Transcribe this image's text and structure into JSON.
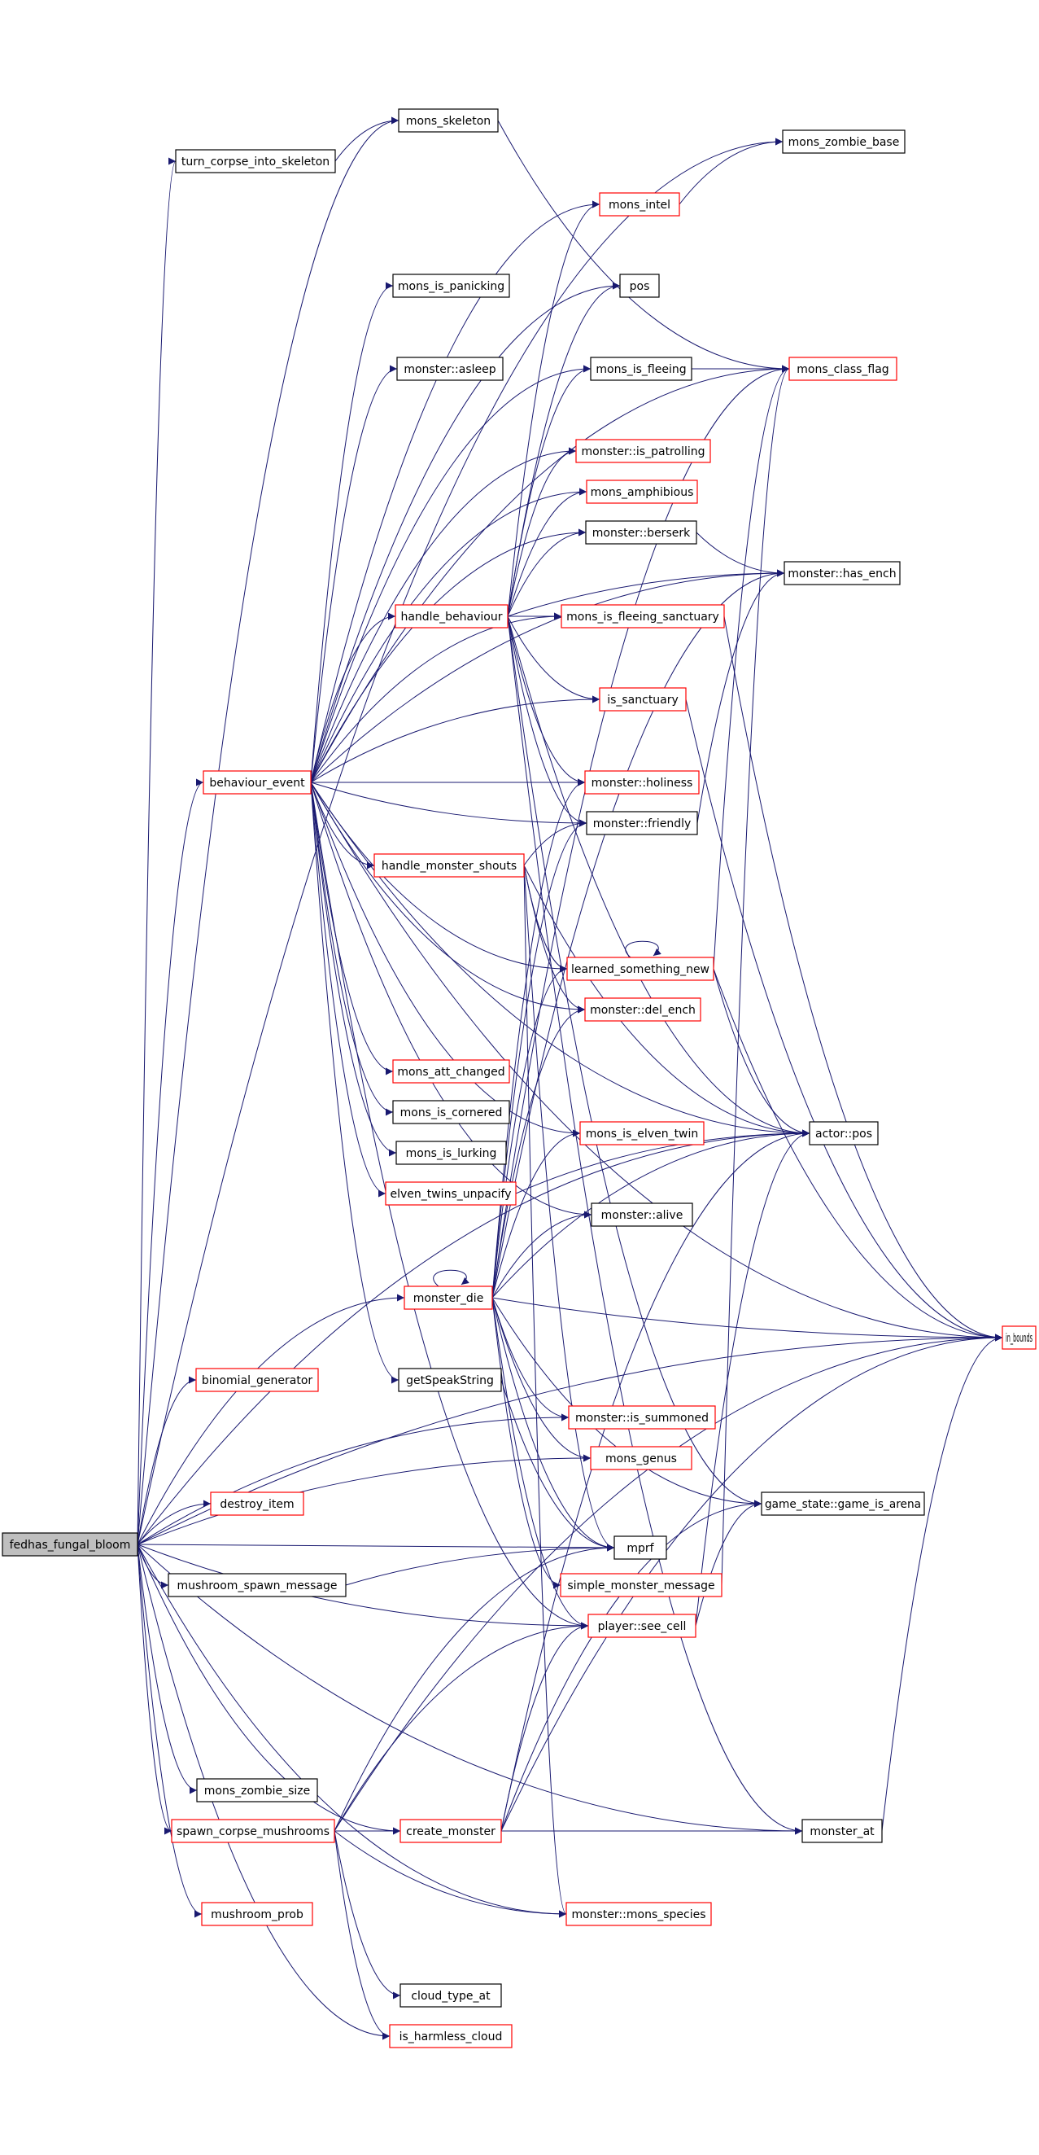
{
  "colors": {
    "edge": "#191970",
    "arrowhead": "#191970",
    "node_border_default": "#000000",
    "node_border_linked": "#ff0000",
    "root_fill": "#bfbfbf",
    "node_fill": "#ffffff",
    "text": "#000000"
  },
  "graph": {
    "root": "fedhas_fungal_bloom",
    "nodes": [
      {
        "id": "fedhas_fungal_bloom",
        "label": "fedhas_fungal_bloom",
        "style": "root"
      },
      {
        "id": "mons_skeleton",
        "label": "mons_skeleton",
        "style": "black"
      },
      {
        "id": "turn_corpse_into_skeleton",
        "label": "turn_corpse_into_skeleton",
        "style": "black"
      },
      {
        "id": "mons_zombie_base",
        "label": "mons_zombie_base",
        "style": "black"
      },
      {
        "id": "mons_intel",
        "label": "mons_intel",
        "style": "red"
      },
      {
        "id": "mons_is_panicking",
        "label": "mons_is_panicking",
        "style": "black"
      },
      {
        "id": "pos",
        "label": "pos",
        "style": "black"
      },
      {
        "id": "monster_asleep",
        "label": "monster::asleep",
        "style": "black"
      },
      {
        "id": "mons_is_fleeing",
        "label": "mons_is_fleeing",
        "style": "black"
      },
      {
        "id": "mons_class_flag",
        "label": "mons_class_flag",
        "style": "red"
      },
      {
        "id": "monster_is_patrolling",
        "label": "monster::is_patrolling",
        "style": "red"
      },
      {
        "id": "mons_amphibious",
        "label": "mons_amphibious",
        "style": "red"
      },
      {
        "id": "monster_berserk",
        "label": "monster::berserk",
        "style": "black"
      },
      {
        "id": "monster_has_ench",
        "label": "monster::has_ench",
        "style": "black"
      },
      {
        "id": "handle_behaviour",
        "label": "handle_behaviour",
        "style": "red"
      },
      {
        "id": "mons_is_fleeing_sanctuary",
        "label": "mons_is_fleeing_sanctuary",
        "style": "red"
      },
      {
        "id": "is_sanctuary",
        "label": "is_sanctuary",
        "style": "red"
      },
      {
        "id": "behaviour_event",
        "label": "behaviour_event",
        "style": "red"
      },
      {
        "id": "monster_holiness",
        "label": "monster::holiness",
        "style": "red"
      },
      {
        "id": "monster_friendly",
        "label": "monster::friendly",
        "style": "black"
      },
      {
        "id": "handle_monster_shouts",
        "label": "handle_monster_shouts",
        "style": "red"
      },
      {
        "id": "learned_something_new",
        "label": "learned_something_new",
        "style": "red"
      },
      {
        "id": "monster_del_ench",
        "label": "monster::del_ench",
        "style": "red"
      },
      {
        "id": "mons_att_changed",
        "label": "mons_att_changed",
        "style": "red"
      },
      {
        "id": "mons_is_cornered",
        "label": "mons_is_cornered",
        "style": "black"
      },
      {
        "id": "mons_is_elven_twin",
        "label": "mons_is_elven_twin",
        "style": "red"
      },
      {
        "id": "actor_pos",
        "label": "actor::pos",
        "style": "black"
      },
      {
        "id": "mons_is_lurking",
        "label": "mons_is_lurking",
        "style": "black"
      },
      {
        "id": "elven_twins_unpacify",
        "label": "elven_twins_unpacify",
        "style": "red"
      },
      {
        "id": "monster_alive",
        "label": "monster::alive",
        "style": "black"
      },
      {
        "id": "monster_die",
        "label": "monster_die",
        "style": "red"
      },
      {
        "id": "in_bounds",
        "label": "in_bounds",
        "style": "red"
      },
      {
        "id": "binomial_generator",
        "label": "binomial_generator",
        "style": "red"
      },
      {
        "id": "getSpeakString",
        "label": "getSpeakString",
        "style": "black"
      },
      {
        "id": "monster_is_summoned",
        "label": "monster::is_summoned",
        "style": "red"
      },
      {
        "id": "mons_genus",
        "label": "mons_genus",
        "style": "red"
      },
      {
        "id": "destroy_item",
        "label": "destroy_item",
        "style": "red"
      },
      {
        "id": "game_state_game_is_arena",
        "label": "game_state::game_is_arena",
        "style": "black"
      },
      {
        "id": "mprf",
        "label": "mprf",
        "style": "black"
      },
      {
        "id": "mushroom_spawn_message",
        "label": "mushroom_spawn_message",
        "style": "black"
      },
      {
        "id": "simple_monster_message",
        "label": "simple_monster_message",
        "style": "red"
      },
      {
        "id": "player_see_cell",
        "label": "player::see_cell",
        "style": "red"
      },
      {
        "id": "mons_zombie_size",
        "label": "mons_zombie_size",
        "style": "black"
      },
      {
        "id": "spawn_corpse_mushrooms",
        "label": "spawn_corpse_mushrooms",
        "style": "red"
      },
      {
        "id": "create_monster",
        "label": "create_monster",
        "style": "red"
      },
      {
        "id": "monster_at",
        "label": "monster_at",
        "style": "black"
      },
      {
        "id": "mushroom_prob",
        "label": "mushroom_prob",
        "style": "red"
      },
      {
        "id": "monster_mons_species",
        "label": "monster::mons_species",
        "style": "red"
      },
      {
        "id": "cloud_type_at",
        "label": "cloud_type_at",
        "style": "black"
      },
      {
        "id": "is_harmless_cloud",
        "label": "is_harmless_cloud",
        "style": "red"
      }
    ],
    "edges": [
      [
        "fedhas_fungal_bloom",
        "mons_skeleton"
      ],
      [
        "fedhas_fungal_bloom",
        "turn_corpse_into_skeleton"
      ],
      [
        "fedhas_fungal_bloom",
        "mons_zombie_base"
      ],
      [
        "fedhas_fungal_bloom",
        "behaviour_event"
      ],
      [
        "fedhas_fungal_bloom",
        "monster_die"
      ],
      [
        "fedhas_fungal_bloom",
        "binomial_generator"
      ],
      [
        "fedhas_fungal_bloom",
        "destroy_item"
      ],
      [
        "fedhas_fungal_bloom",
        "mushroom_spawn_message"
      ],
      [
        "fedhas_fungal_bloom",
        "mons_zombie_size"
      ],
      [
        "fedhas_fungal_bloom",
        "spawn_corpse_mushrooms"
      ],
      [
        "fedhas_fungal_bloom",
        "mushroom_prob"
      ],
      [
        "fedhas_fungal_bloom",
        "is_harmless_cloud"
      ],
      [
        "fedhas_fungal_bloom",
        "monster_at"
      ],
      [
        "fedhas_fungal_bloom",
        "monster_mons_species"
      ],
      [
        "fedhas_fungal_bloom",
        "mprf"
      ],
      [
        "fedhas_fungal_bloom",
        "player_see_cell"
      ],
      [
        "fedhas_fungal_bloom",
        "mons_genus"
      ],
      [
        "fedhas_fungal_bloom",
        "monster_is_summoned"
      ],
      [
        "fedhas_fungal_bloom",
        "in_bounds"
      ],
      [
        "fedhas_fungal_bloom",
        "actor_pos"
      ],
      [
        "fedhas_fungal_bloom",
        "create_monster"
      ],
      [
        "turn_corpse_into_skeleton",
        "mons_skeleton"
      ],
      [
        "mons_skeleton",
        "mons_class_flag"
      ],
      [
        "mons_intel",
        "mons_zombie_base"
      ],
      [
        "mons_is_fleeing",
        "mons_class_flag"
      ],
      [
        "monster_berserk",
        "monster_has_ench"
      ],
      [
        "mons_is_fleeing_sanctuary",
        "in_bounds"
      ],
      [
        "is_sanctuary",
        "in_bounds"
      ],
      [
        "monster_friendly",
        "monster_has_ench"
      ],
      [
        "behaviour_event",
        "mons_intel"
      ],
      [
        "behaviour_event",
        "mons_is_panicking"
      ],
      [
        "behaviour_event",
        "pos"
      ],
      [
        "behaviour_event",
        "monster_asleep"
      ],
      [
        "behaviour_event",
        "mons_is_fleeing"
      ],
      [
        "behaviour_event",
        "mons_class_flag"
      ],
      [
        "behaviour_event",
        "monster_is_patrolling"
      ],
      [
        "behaviour_event",
        "mons_amphibious"
      ],
      [
        "behaviour_event",
        "monster_berserk"
      ],
      [
        "behaviour_event",
        "monster_has_ench"
      ],
      [
        "behaviour_event",
        "handle_behaviour"
      ],
      [
        "behaviour_event",
        "mons_is_fleeing_sanctuary"
      ],
      [
        "behaviour_event",
        "is_sanctuary"
      ],
      [
        "behaviour_event",
        "monster_holiness"
      ],
      [
        "behaviour_event",
        "monster_friendly"
      ],
      [
        "behaviour_event",
        "handle_monster_shouts"
      ],
      [
        "behaviour_event",
        "learned_something_new"
      ],
      [
        "behaviour_event",
        "monster_del_ench"
      ],
      [
        "behaviour_event",
        "mons_att_changed"
      ],
      [
        "behaviour_event",
        "mons_is_cornered"
      ],
      [
        "behaviour_event",
        "mons_is_elven_twin"
      ],
      [
        "behaviour_event",
        "actor_pos"
      ],
      [
        "behaviour_event",
        "mons_is_lurking"
      ],
      [
        "behaviour_event",
        "elven_twins_unpacify"
      ],
      [
        "behaviour_event",
        "monster_alive"
      ],
      [
        "behaviour_event",
        "getSpeakString"
      ],
      [
        "behaviour_event",
        "in_bounds"
      ],
      [
        "behaviour_event",
        "player_see_cell"
      ],
      [
        "handle_behaviour",
        "mons_intel"
      ],
      [
        "handle_behaviour",
        "pos"
      ],
      [
        "handle_behaviour",
        "mons_is_fleeing"
      ],
      [
        "handle_behaviour",
        "monster_is_patrolling"
      ],
      [
        "handle_behaviour",
        "mons_amphibious"
      ],
      [
        "handle_behaviour",
        "monster_berserk"
      ],
      [
        "handle_behaviour",
        "monster_has_ench"
      ],
      [
        "handle_behaviour",
        "mons_is_fleeing_sanctuary"
      ],
      [
        "handle_behaviour",
        "is_sanctuary"
      ],
      [
        "handle_behaviour",
        "monster_holiness"
      ],
      [
        "handle_behaviour",
        "monster_friendly"
      ],
      [
        "handle_behaviour",
        "actor_pos"
      ],
      [
        "handle_behaviour",
        "monster_at"
      ],
      [
        "handle_behaviour",
        "game_state_game_is_arena"
      ],
      [
        "handle_monster_shouts",
        "monster_friendly"
      ],
      [
        "handle_monster_shouts",
        "learned_something_new"
      ],
      [
        "handle_monster_shouts",
        "monster_del_ench"
      ],
      [
        "handle_monster_shouts",
        "actor_pos"
      ],
      [
        "handle_monster_shouts",
        "mprf"
      ],
      [
        "handle_monster_shouts",
        "monster_mons_species"
      ],
      [
        "learned_something_new",
        "learned_something_new"
      ],
      [
        "learned_something_new",
        "mons_class_flag"
      ],
      [
        "learned_something_new",
        "actor_pos"
      ],
      [
        "learned_something_new",
        "in_bounds"
      ],
      [
        "elven_twins_unpacify",
        "actor_pos"
      ],
      [
        "monster_die",
        "monster_die"
      ],
      [
        "monster_die",
        "monster_has_ench"
      ],
      [
        "monster_die",
        "monster_holiness"
      ],
      [
        "monster_die",
        "monster_friendly"
      ],
      [
        "monster_die",
        "learned_something_new"
      ],
      [
        "monster_die",
        "monster_del_ench"
      ],
      [
        "monster_die",
        "mons_is_elven_twin"
      ],
      [
        "monster_die",
        "actor_pos"
      ],
      [
        "monster_die",
        "monster_alive"
      ],
      [
        "monster_die",
        "in_bounds"
      ],
      [
        "monster_die",
        "monster_is_summoned"
      ],
      [
        "monster_die",
        "mons_genus"
      ],
      [
        "monster_die",
        "game_state_game_is_arena"
      ],
      [
        "monster_die",
        "mprf"
      ],
      [
        "monster_die",
        "simple_monster_message"
      ],
      [
        "monster_die",
        "player_see_cell"
      ],
      [
        "monster_die",
        "mons_class_flag"
      ],
      [
        "getSpeakString",
        "mprf"
      ],
      [
        "mushroom_spawn_message",
        "mprf"
      ],
      [
        "simple_monster_message",
        "mons_class_flag"
      ],
      [
        "player_see_cell",
        "game_state_game_is_arena"
      ],
      [
        "player_see_cell",
        "actor_pos"
      ],
      [
        "spawn_corpse_mushrooms",
        "create_monster"
      ],
      [
        "spawn_corpse_mushrooms",
        "monster_at"
      ],
      [
        "spawn_corpse_mushrooms",
        "monster_mons_species"
      ],
      [
        "spawn_corpse_mushrooms",
        "cloud_type_at"
      ],
      [
        "spawn_corpse_mushrooms",
        "is_harmless_cloud"
      ],
      [
        "spawn_corpse_mushrooms",
        "in_bounds"
      ],
      [
        "spawn_corpse_mushrooms",
        "mprf"
      ],
      [
        "spawn_corpse_mushrooms",
        "player_see_cell"
      ],
      [
        "create_monster",
        "monster_at"
      ],
      [
        "create_monster",
        "in_bounds"
      ],
      [
        "create_monster",
        "actor_pos"
      ],
      [
        "create_monster",
        "player_see_cell"
      ],
      [
        "create_monster",
        "game_state_game_is_arena"
      ],
      [
        "monster_at",
        "in_bounds"
      ]
    ]
  }
}
